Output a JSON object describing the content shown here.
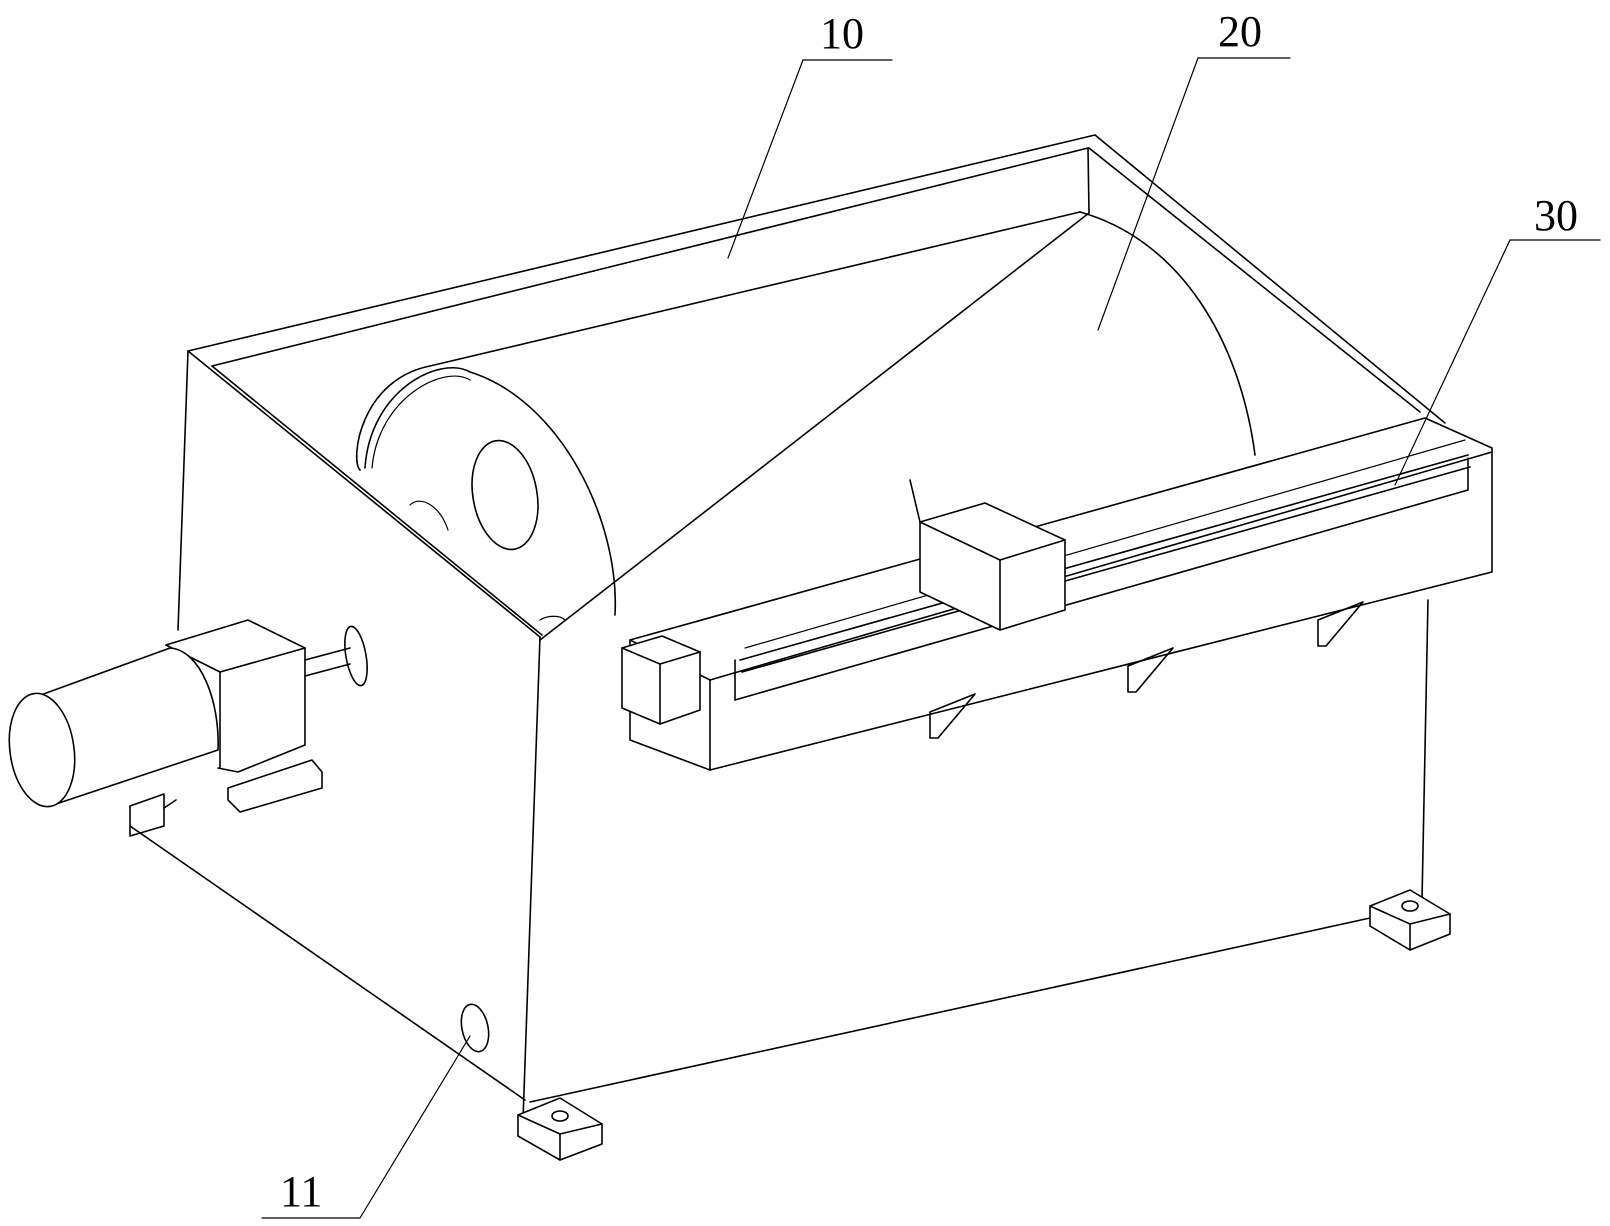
{
  "figure": {
    "labels": {
      "box": "10",
      "drum": "20",
      "rail": "30",
      "outlet": "11"
    },
    "colors": {
      "line": "#000000",
      "background": "#ffffff"
    }
  }
}
